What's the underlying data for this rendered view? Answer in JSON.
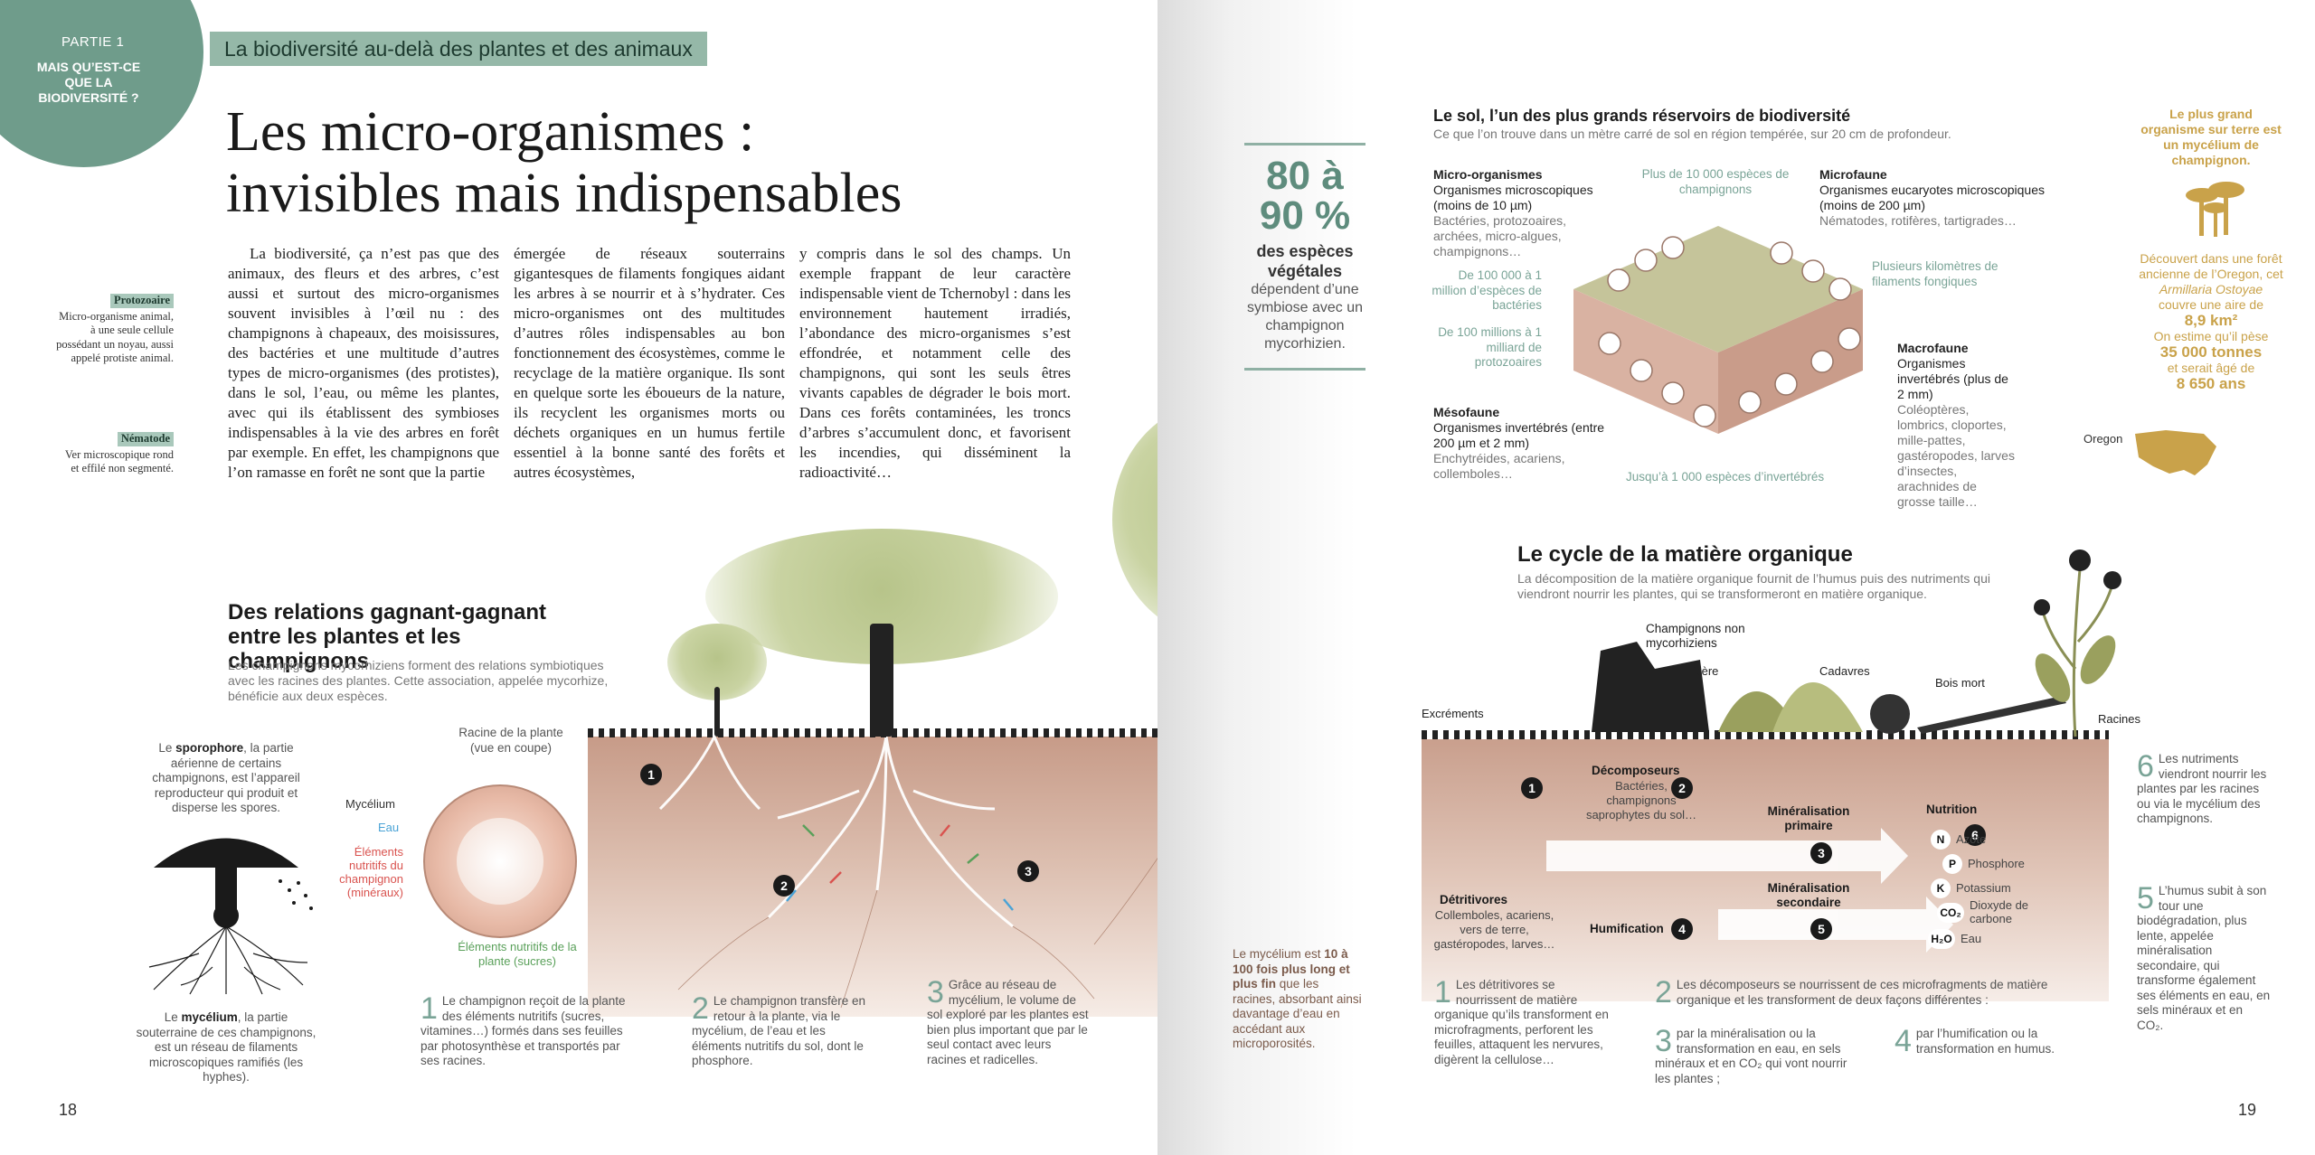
{
  "left_page": {
    "part": {
      "label": "PARTIE 1",
      "question": "MAIS QU’EST-CE QUE LA BIODIVERSITÉ ?"
    },
    "banner": "La biodiversité au-delà des plantes et des animaux",
    "title_line1": "Les micro-organismes :",
    "title_line2": "invisibles mais indispensables",
    "glossary": [
      {
        "term": "Protozoaire",
        "def": "Micro-organisme animal, à une seule cellule possédant un noyau, aussi appelé protiste animal."
      },
      {
        "term": "Nématode",
        "def": "Ver microscopique rond et effilé non segmenté."
      }
    ],
    "body": [
      "La biodiversité, ça n’est pas que des animaux, des fleurs et des arbres, c’est aussi et surtout des micro-organismes souvent invisibles à l’œil nu : des champignons à chapeaux, des moisissures, des bactéries et une multitude d’autres types de micro-organismes (des protistes), dans le sol, l’eau, ou même les plantes, avec qui ils établissent des symbioses indispensables à la vie des arbres en forêt par exemple. En effet, les champignons que l’on ramasse en forêt ne sont que la partie",
      "émergée de réseaux souterrains gigantesques de filaments fongiques aidant les arbres à se nourrir et à s’hydrater. Ces micro-organismes ont des multitudes d’autres rôles indispensables au bon fonctionnement des écosystèmes, comme le recyclage de la matière organique. Ils sont en quelque sorte les éboueurs de la nature, ils recyclent les organismes morts ou déchets organiques en un humus fertile essentiel à la bonne santé des forêts et autres écosystèmes,",
      "y compris dans le sol des champs. Un exemple frappant de leur caractère indispensable vient de Tchernobyl : dans les environnement hautement irradiés, l’abondance des micro-organismes s’est effondrée, et notamment celle des champignons, qui sont les seuls êtres vivants capables de dégrader le bois mort. Dans ces forêts contaminées, les troncs d’arbres s’accumulent donc, et favorisent les incendies, qui disséminent la radioactivité…"
    ],
    "relations": {
      "title_line1": "Des relations gagnant-gagnant",
      "title_line2": "entre les plantes et les champignons",
      "subtitle": "Les champignons mycorhiziens forment des relations symbiotiques avec les racines des plantes. Cette association, appelée mycorhize, bénéficie aux deux espèces."
    },
    "mushroom": {
      "sporophore_pre": "Le ",
      "sporophore_term": "sporophore",
      "sporophore_post": ", la partie aérienne de certains champignons, est l’appareil reproducteur qui produit et disperse les spores.",
      "mycelium_pre": "Le ",
      "mycelium_term": "mycélium",
      "mycelium_post": ", la partie souterraine de ces champignons, est un réseau de filaments microscopiques ramifiés (les hyphes)."
    },
    "root_section": {
      "title": "Racine de la plante (vue en coupe)",
      "mycelium": "Mycélium",
      "water": "Eau",
      "fungal_nutrients": "Éléments nutritifs du champignon (minéraux)",
      "plant_nutrients": "Éléments nutritifs de la plante (sucres)"
    },
    "steps": [
      {
        "n": "1",
        "text": "Le champignon reçoit de la plante des éléments nutritifs (sucres, vitamines…) formés dans ses feuilles par photosynthèse et transportés par ses racines."
      },
      {
        "n": "2",
        "text": "Le champignon transfère en retour à la plante, via le mycélium, de l’eau et les éléments nutritifs du sol, dont le phosphore."
      },
      {
        "n": "3",
        "text": "Grâce au réseau de mycélium, le volume de sol exploré par les plantes est bien plus important que par le seul contact avec leurs racines et radicelles."
      }
    ],
    "page_number": "18"
  },
  "right_page": {
    "stat": {
      "big1": "80 à",
      "big2": "90 %",
      "label1": "des espèces",
      "label2": "végétales",
      "rest": "dépendent d’une symbiose avec un champignon mycorhizien."
    },
    "mycelium_note": {
      "pre": "Le mycélium est ",
      "bold": "10 à 100 fois plus long et plus fin",
      "post": " que les racines, absorbant ainsi davantage d’eau en accédant aux microporosités."
    },
    "soil": {
      "title": "Le sol, l’un des plus grands réservoirs de biodiversité",
      "subtitle": "Ce que l’on trouve dans un mètre carré de sol en région tempérée, sur 20 cm de profondeur.",
      "micro_title": "Micro-organismes",
      "micro_text": "Organismes microscopiques (moins de 10 µm)",
      "micro_examples": "Bactéries, protozoaires, archées, micro-algues, champignons…",
      "fungi_species": "Plus de 10 000 espèces de champignons",
      "bacteria": "De 100 000 à 1 million d’espèces de bactéries",
      "protozoa": "De 100 millions à 1 milliard de protozoaires",
      "microfauna_title": "Microfaune",
      "microfauna_text": "Organismes eucaryotes microscopiques (moins de 200 µm)",
      "microfauna_examples": "Nématodes, rotifères, tartigrades…",
      "filaments": "Plusieurs kilomètres de filaments fongiques",
      "macrofauna_title": "Macrofaune",
      "macrofauna_text": "Organismes invertébrés (plus de 2 mm)",
      "macrofauna_examples": "Coléoptères, lombrics, cloportes, mille-pattes, gastéropodes, larves d’insectes, arachnides de grosse taille…",
      "mesofauna_title": "Mésofaune",
      "mesofauna_text": "Organismes invertébrés (entre 200 µm et 2 mm)",
      "mesofauna_examples": "Enchytréides, acariens, collemboles…",
      "invertebrates": "Jusqu’à 1 000 espèces d’invertébrés"
    },
    "oregon": {
      "title": "Le plus grand organisme sur terre est un mycélium de champignon.",
      "t1": "Découvert dans une forêt ancienne de l’Oregon, cet ",
      "species": "Armillaria Ostoyae",
      "t2": " couvre une aire de",
      "area": "8,9 km²",
      "t3": "On estime qu’il pèse",
      "weight": "35 000 tonnes",
      "t4": "et serait âgé de",
      "age": "8 650 ans",
      "map_label": "Oregon"
    },
    "cycle": {
      "title": "Le cycle de la matière organique",
      "subtitle": "La décomposition de la matière organique fournit de l’humus puis des nutriments qui viendront nourrir les plantes, qui se transformeront en matière organique.",
      "labels": {
        "fungi": "Champignons non mycorhiziens",
        "litter": "Litière",
        "corpses": "Cadavres",
        "deadwood": "Bois mort",
        "excrement": "Excréments",
        "roots": "Racines",
        "decomposers_title": "Décomposeurs",
        "decomposers_text": "Bactéries, champignons saprophytes du sol…",
        "detritivores_title": "Détritivores",
        "detritivores_text": "Collemboles, acariens, vers de terre, gastéropodes, larves…",
        "primary": "Minéralisation primaire",
        "secondary": "Minéralisation secondaire",
        "humification": "Humification",
        "nutrition": "Nutrition"
      },
      "nutrients": [
        {
          "symbol": "N",
          "name": "Azote"
        },
        {
          "symbol": "P",
          "name": "Phosphore"
        },
        {
          "symbol": "K",
          "name": "Potassium"
        },
        {
          "symbol": "CO₂",
          "name": "Dioxyde de carbone"
        },
        {
          "symbol": "H₂O",
          "name": "Eau"
        }
      ],
      "steps": [
        {
          "n": "1",
          "text": "Les détritivores se nourrissent de matière organique qu’ils transforment en microfragments, perforent les feuilles, attaquent les nervures, digèrent la cellulose…"
        },
        {
          "n": "2",
          "text": "Les décomposeurs se nourrissent de ces microfragments de matière organique et les transforment de deux façons différentes :"
        },
        {
          "n": "3",
          "text": "par la minéralisation ou la transformation en eau, en sels minéraux et en CO₂ qui vont nourrir les plantes ;"
        },
        {
          "n": "4",
          "text": "par l’humification ou la transformation en humus."
        },
        {
          "n": "5",
          "text": "L’humus subit à son tour une biodégradation, plus lente, appelée minéralisation secondaire, qui transforme également ses éléments en eau, en sels minéraux et en CO₂."
        },
        {
          "n": "6",
          "text": "Les nutriments viendront nourrir les plantes par les racines ou via le mycélium des champignons."
        }
      ]
    },
    "page_number": "19"
  },
  "colors": {
    "sage": "#6f9c8b",
    "banner": "#95b8a8",
    "soil": "#c99f8d",
    "gold": "#c9a24a",
    "water_blue": "#4aa3d6",
    "nutrient_red": "#d9534f",
    "sugar_green": "#5aa05a"
  }
}
